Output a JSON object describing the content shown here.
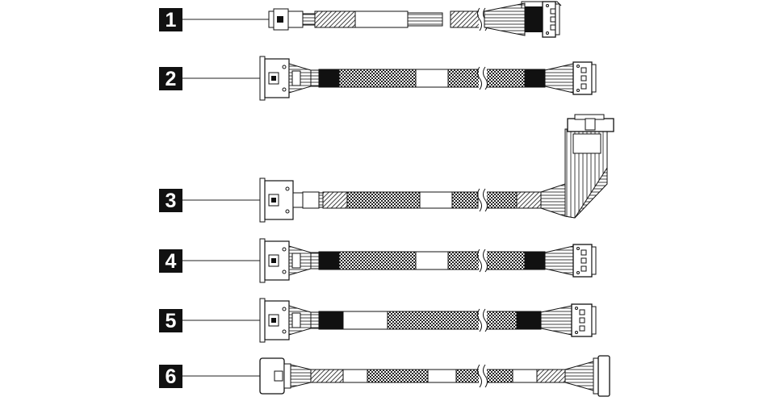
{
  "diagram": {
    "cables": [
      {
        "label": "1"
      },
      {
        "label": "2"
      },
      {
        "label": "3"
      },
      {
        "label": "4"
      },
      {
        "label": "5"
      },
      {
        "label": "6"
      }
    ],
    "colors": {
      "ink": "#111111",
      "background": "#ffffff"
    }
  }
}
